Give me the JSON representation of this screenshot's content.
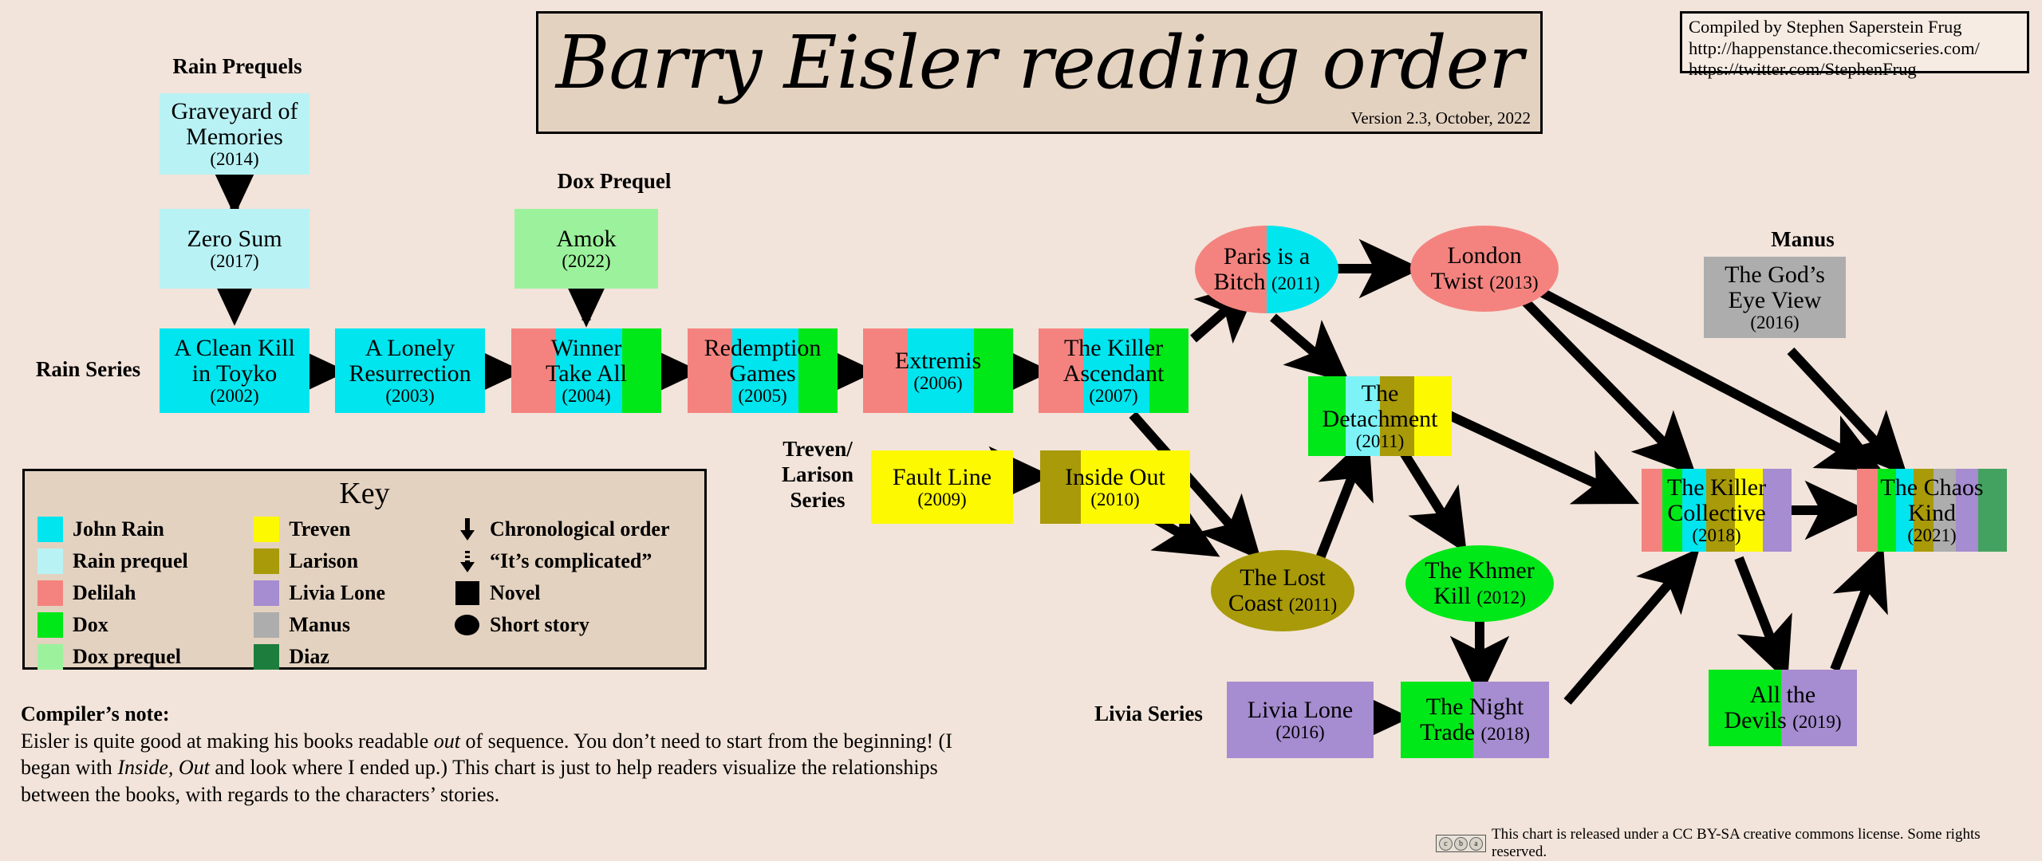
{
  "title": {
    "main": "Barry Eisler reading order",
    "version": "Version 2.3, October, 2022"
  },
  "credits": {
    "line1": "Compiled by Stephen Saperstein Frug",
    "line2": "http://happenstance.thecomicseries.com/",
    "line3": "https://twitter.com/StephenFrug"
  },
  "section_labels": {
    "rain_prequels": "Rain Prequels",
    "dox_prequel": "Dox Prequel",
    "rain_series": "Rain Series",
    "treven_larison": "Treven/\nLarison\nSeries",
    "treven_larison_l1": "Treven/",
    "treven_larison_l2": "Larison",
    "treven_larison_l3": "Series",
    "livia_series": "Livia Series",
    "manus": "Manus"
  },
  "key": {
    "title": "Key",
    "col1": [
      {
        "label": "John Rain",
        "color": "#00e5ee",
        "swatch": "#00e5ee"
      },
      {
        "label": "Rain prequel",
        "color": "#b9f2f5",
        "swatch": "#b9f2f5"
      },
      {
        "label": "Delilah",
        "color": "#f4837f",
        "swatch": "#f4837f"
      },
      {
        "label": "Dox",
        "color": "#00e818",
        "swatch": "#00e818"
      },
      {
        "label": "Dox prequel",
        "color": "#9cf29c",
        "swatch": "#9cf29c"
      }
    ],
    "col2": [
      {
        "label": "Treven",
        "color": "#fdf900",
        "swatch": "#fdf900"
      },
      {
        "label": "Larison",
        "color": "#a89a09",
        "swatch": "#a89a09"
      },
      {
        "label": "Livia Lone",
        "color": "#a68cd0",
        "swatch": "#a68cd0"
      },
      {
        "label": "Manus",
        "color": "#adadad",
        "swatch": "#adadad"
      },
      {
        "label": "Diaz",
        "color": "#1c7d3c",
        "swatch": "#1c7d3c"
      }
    ],
    "col3": [
      {
        "label": "Chronological order",
        "glyph": "arrow-down-solid-icon"
      },
      {
        "label": "“It’s complicated”",
        "glyph": "arrow-down-dashed-icon"
      },
      {
        "label": "Novel",
        "glyph": "square-icon"
      },
      {
        "label": "Short story",
        "glyph": "ellipse-icon"
      }
    ]
  },
  "nodes": [
    {
      "id": "graveyard",
      "title": "Graveyard of\nMemories",
      "line1": "Graveyard of",
      "line2": "Memories",
      "year": "(2014)",
      "shape": "rect",
      "colors": [
        "#b9f2f5"
      ]
    },
    {
      "id": "zerosum",
      "title": "Zero Sum",
      "line1": "Zero Sum",
      "line2": "",
      "year": "(2017)",
      "shape": "rect",
      "colors": [
        "#b9f2f5"
      ]
    },
    {
      "id": "amok",
      "title": "Amok",
      "line1": "Amok",
      "line2": "",
      "year": "(2022)",
      "shape": "rect",
      "colors": [
        "#9cf29c"
      ]
    },
    {
      "id": "cleankill",
      "title": "A Clean Kill\nin Toyko",
      "line1": "A Clean Kill",
      "line2": "in Toyko",
      "year": "(2002)",
      "shape": "rect",
      "colors": [
        "#00e5ee"
      ]
    },
    {
      "id": "lonely",
      "title": "A Lonely\nResurrection",
      "line1": "A Lonely",
      "line2": "Resurrection",
      "year": "(2003)",
      "shape": "rect",
      "colors": [
        "#00e5ee"
      ]
    },
    {
      "id": "winner",
      "title": "Winner\nTake All",
      "line1": "Winner",
      "line2": "Take All",
      "year": "(2004)",
      "shape": "rect",
      "colors": [
        "#f4837f",
        "#00e5ee",
        "#00e818"
      ]
    },
    {
      "id": "redemption",
      "title": "Redemption\nGames",
      "line1": "Redemption",
      "line2": "Games",
      "year": "(2005)",
      "shape": "rect",
      "colors": [
        "#f4837f",
        "#00e5ee",
        "#00e818"
      ]
    },
    {
      "id": "extremis",
      "title": "Extremis",
      "line1": "Extremis",
      "line2": "",
      "year": "(2006)",
      "shape": "rect",
      "colors": [
        "#f4837f",
        "#00e5ee",
        "#00e818"
      ]
    },
    {
      "id": "killerascendant",
      "title": "The Killer\nAscendant",
      "line1": "The Killer",
      "line2": "Ascendant",
      "year": "(2007)",
      "shape": "rect",
      "colors": [
        "#f4837f",
        "#00e5ee",
        "#00e818"
      ]
    },
    {
      "id": "faultline",
      "title": "Fault Line",
      "line1": "Fault Line",
      "line2": "",
      "year": "(2009)",
      "shape": "rect",
      "colors": [
        "#fdf900"
      ]
    },
    {
      "id": "insideout",
      "title": "Inside Out",
      "line1": "Inside Out",
      "line2": "",
      "year": "(2010)",
      "shape": "rect",
      "colors": [
        "#a89a09",
        "#fdf900"
      ]
    },
    {
      "id": "paris",
      "title": "Paris is a\nBitch",
      "line1": "Paris is a",
      "line2": "Bitch",
      "year": "(2011)",
      "shape": "oval",
      "colors": [
        "#f4837f",
        "#00e5ee"
      ],
      "year_inline": true
    },
    {
      "id": "london",
      "title": "London\nTwist",
      "line1": "London",
      "line2": "Twist",
      "year": "(2013)",
      "shape": "oval",
      "colors": [
        "#f4837f"
      ],
      "year_inline": true
    },
    {
      "id": "detachment",
      "title": "The\nDetachment",
      "line1": "The",
      "line2": "Detachment",
      "year": "(2011)",
      "shape": "rect",
      "colors": [
        "#00e818",
        "#7df3f7",
        "#a89a09",
        "#fdf900"
      ]
    },
    {
      "id": "lostcoast",
      "title": "The Lost\nCoast",
      "line1": "The Lost",
      "line2": "Coast",
      "year": "(2011)",
      "shape": "oval",
      "colors": [
        "#a89a09"
      ],
      "year_inline": true
    },
    {
      "id": "khmerkill",
      "title": "The Khmer\nKill",
      "line1": "The Khmer",
      "line2": "Kill",
      "year": "(2012)",
      "shape": "oval",
      "colors": [
        "#00e818"
      ],
      "year_inline": true
    },
    {
      "id": "godseye",
      "title": "The God’s\nEye View",
      "line1": "The God’s",
      "line2": "Eye View",
      "year": "(2016)",
      "shape": "rect",
      "colors": [
        "#adadad"
      ]
    },
    {
      "id": "livialone",
      "title": "Livia Lone",
      "line1": "Livia Lone",
      "line2": "",
      "year": "(2016)",
      "shape": "rect",
      "colors": [
        "#a68cd0"
      ]
    },
    {
      "id": "nighttrade",
      "title": "The Night\nTrade",
      "line1": "The Night",
      "line2": "Trade",
      "year": "(2018)",
      "shape": "rect",
      "colors": [
        "#00e818",
        "#a68cd0"
      ],
      "year_inline": true
    },
    {
      "id": "killercollective",
      "title": "The Killer\nCollective",
      "line1": "The Killer",
      "line2": "Collective",
      "year": "(2018)",
      "shape": "rect",
      "colors": [
        "#f4837f",
        "#00e818",
        "#00e5ee",
        "#a89a09",
        "#fdf900",
        "#a68cd0"
      ]
    },
    {
      "id": "allthedevils",
      "title": "All the\nDevils",
      "line1": "All the",
      "line2": "Devils",
      "year": "(2019)",
      "shape": "rect",
      "colors": [
        "#00e818",
        "#a68cd0"
      ],
      "year_inline": true
    },
    {
      "id": "chaoskind",
      "title": "The Chaos\nKind",
      "line1": "The Chaos",
      "line2": "Kind",
      "year": "(2021)",
      "shape": "rect",
      "colors": [
        "#f4837f",
        "#00e818",
        "#00e5ee",
        "#a89a09",
        "#adadad",
        "#a68cd0",
        "#43a25f"
      ]
    }
  ],
  "note": {
    "title": "Compiler’s note:",
    "body_1": "Eisler is quite good at making his books readable ",
    "body_i1": "out",
    "body_2": " of sequence. You don’t need to start from the beginning! (I began with ",
    "body_i2": "Inside, Out",
    "body_3": " and look where I ended up.) This chart is just to help readers visualize the relationships between the books, with regards to the characters’ stories."
  },
  "license": {
    "text": "This chart is released under a CC BY-SA creative commons license. Some rights reserved.",
    "badge": [
      "cc",
      "by",
      "sa"
    ]
  },
  "colors": {
    "background": "#f2e4da",
    "title_box": "#e4d2c0",
    "key_box": "#e4d2c0",
    "credits_box": "#f7ece4",
    "border": "#000000"
  }
}
